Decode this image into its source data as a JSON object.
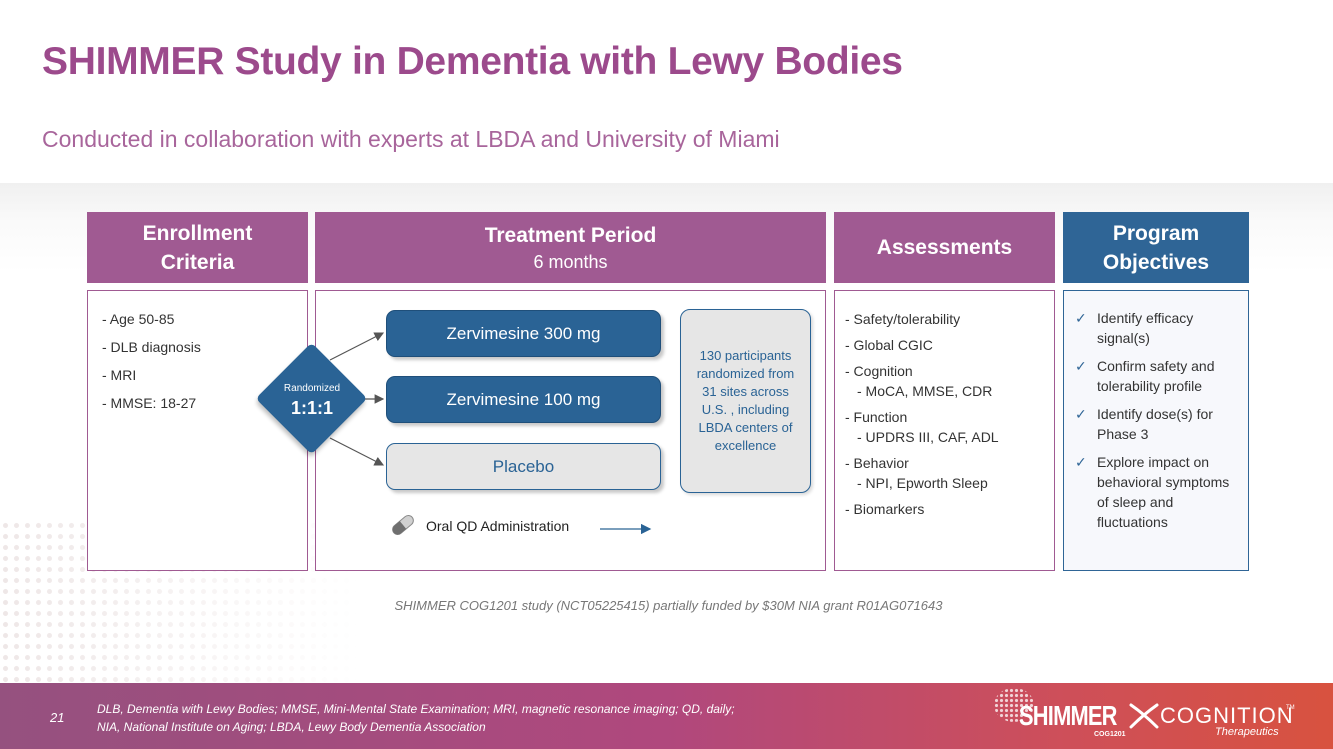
{
  "header": {
    "title": "SHIMMER Study in Dementia with Lewy Bodies",
    "subtitle": "Conducted in collaboration with experts at LBDA and University of Miami"
  },
  "columns": {
    "enrollment": {
      "title_line1": "Enrollment",
      "title_line2": "Criteria",
      "items": [
        "- Age 50-85",
        "- DLB diagnosis",
        "- MRI",
        "- MMSE: 18-27"
      ]
    },
    "treatment": {
      "title": "Treatment Period",
      "subtitle": "6 months",
      "randomized_label": "Randomized",
      "ratio": "1:1:1",
      "arms": [
        "Zervimesine 300 mg",
        "Zervimesine 100 mg",
        "Placebo"
      ],
      "participants_text": "130 participants randomized from 31 sites across U.S. , including LBDA centers of excellence",
      "administration": "Oral QD Administration"
    },
    "assessments": {
      "title": "Assessments",
      "items": [
        {
          "label": "- Safety/tolerability",
          "sub": ""
        },
        {
          "label": "- Global CGIC",
          "sub": ""
        },
        {
          "label": "- Cognition",
          "sub": "- MoCA, MMSE, CDR"
        },
        {
          "label": "- Function",
          "sub": "- UPDRS III, CAF, ADL"
        },
        {
          "label": "- Behavior",
          "sub": "- NPI, Epworth Sleep"
        },
        {
          "label": "- Biomarkers",
          "sub": ""
        }
      ]
    },
    "objectives": {
      "title_line1": "Program",
      "title_line2": "Objectives",
      "check": "✓",
      "items": [
        "Identify efficacy signal(s)",
        "Confirm safety and tolerability profile",
        "Identify dose(s) for Phase 3",
        "Explore impact on behavioral symptoms of sleep and fluctuations"
      ]
    }
  },
  "funding_note": "SHIMMER COG1201 study (NCT05225415) partially funded by $30M NIA grant R01AG071643",
  "footer": {
    "page_number": "21",
    "abbreviations_line1": "DLB, Dementia with Lewy Bodies; MMSE, Mini-Mental State Examination; MRI, magnetic resonance imaging; QD, daily;",
    "abbreviations_line2": "NIA, National Institute on Aging; LBDA, Lewy Body Dementia Association",
    "logo_shimmer": "SHIMMER",
    "logo_cog": "COG1201",
    "logo_cognition": "COGNITION",
    "logo_tm": "TM",
    "logo_therapeutics": "Therapeutics"
  },
  "icons": {
    "pill": "pill-icon",
    "randomization": "diamond-shape"
  },
  "colors": {
    "title_purple": "#9c4a8c",
    "header_purple": "#a05a92",
    "header_blue": "#2f6596",
    "arm_blue": "#2a6395"
  }
}
